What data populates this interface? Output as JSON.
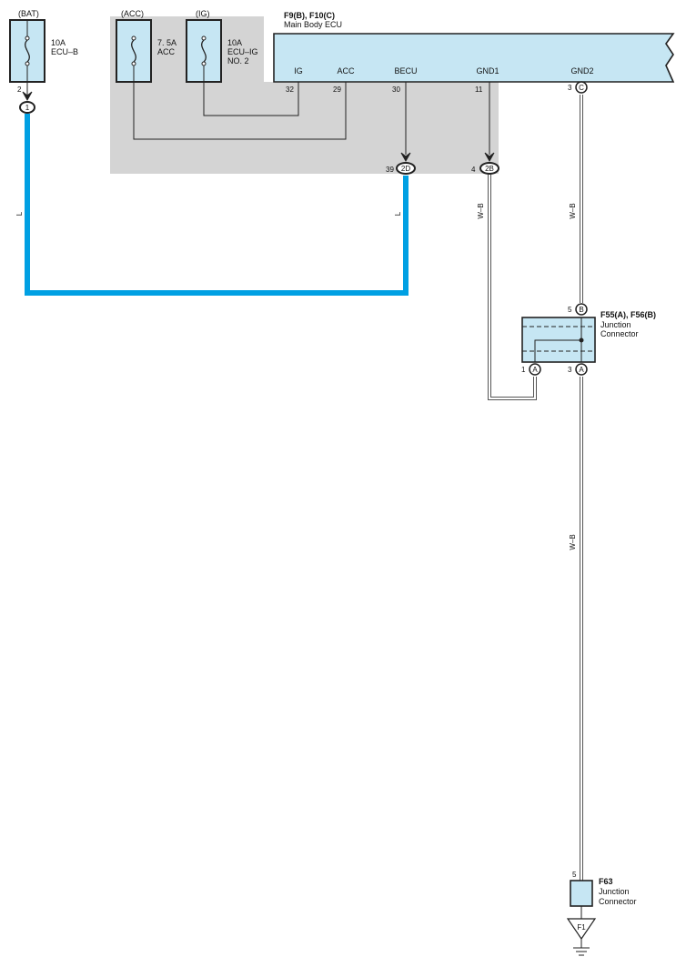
{
  "fuses": {
    "bat": {
      "source": "(BAT)",
      "rating": "10A",
      "name": "ECU–B",
      "pin": "2",
      "connector": "1"
    },
    "acc": {
      "source": "(ACC)",
      "rating": "7. 5A",
      "name": "ACC"
    },
    "ig": {
      "source": "(IG)",
      "rating": "10A",
      "name_line1": "ECU–IG",
      "name_line2": "NO. 2"
    }
  },
  "ecu": {
    "code": "F9(B), F10(C)",
    "name": "Main Body ECU",
    "pins": [
      {
        "label": "IG",
        "number": "32"
      },
      {
        "label": "ACC",
        "number": "29"
      },
      {
        "label": "BECU",
        "number": "30"
      },
      {
        "label": "GND1",
        "number": "11"
      },
      {
        "label": "GND2",
        "number": "3"
      }
    ],
    "gnd2_terminal": "C"
  },
  "connectors": {
    "c2d": {
      "pin": "39",
      "label": "2D"
    },
    "c2b": {
      "pin": "4",
      "label": "2B"
    }
  },
  "wires": {
    "bat_color": "L",
    "becu_color": "L",
    "gnd1_color": "W–B",
    "gnd2_color": "W–B",
    "lower_color": "W–B",
    "l_hex": "#00a0e3",
    "wb_hex": "#555555"
  },
  "junction": {
    "code": "F55(A), F56(B)",
    "name_line1": "Junction",
    "name_line2": "Connector",
    "pin_top": "5",
    "term_top": "B",
    "pin_left": "1",
    "term_left": "A",
    "pin_right": "3",
    "term_right": "A"
  },
  "f63": {
    "code": "F63",
    "name_line1": "Junction",
    "name_line2": "Connector",
    "pin": "5"
  },
  "ground": {
    "label": "F1"
  },
  "colors": {
    "fill_blue": "#c6e6f3",
    "gray_area": "#d4d4d4",
    "outline": "#222222"
  }
}
